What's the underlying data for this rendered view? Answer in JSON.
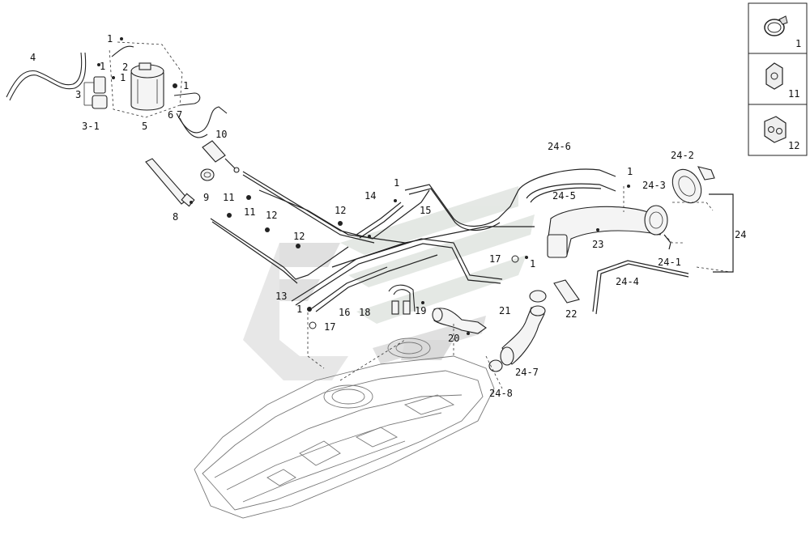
{
  "diagram": {
    "callouts": {
      "c1a": "1",
      "c2": "2",
      "c1b": "1",
      "c1c": "1",
      "c4": "4",
      "c3": "3",
      "c3_1": "3-1",
      "c5": "5",
      "c1d": "1",
      "c6": "6",
      "c7": "7",
      "c10": "10",
      "c8": "8",
      "c9": "9",
      "c11a": "11",
      "c11b": "11",
      "c12a": "12",
      "c12b": "12",
      "c12c": "12",
      "c14": "14",
      "c1e": "1",
      "c15": "15",
      "c13": "13",
      "c1f": "1",
      "c16": "16",
      "c17a": "17",
      "c18": "18",
      "c19": "19",
      "c20": "20",
      "c21": "21",
      "c17b": "17",
      "c1g": "1",
      "c22": "22",
      "c23": "23",
      "c24_6": "24-6",
      "c24_5": "24-5",
      "c24_3": "24-3",
      "c24_2": "24-2",
      "c24": "24",
      "c24_1": "24-1",
      "c24_4": "24-4",
      "c24_7": "24-7",
      "c24_8": "24-8",
      "c1h": "1"
    },
    "legend": [
      {
        "label": "1",
        "icon": "hose-clamp-icon"
      },
      {
        "label": "11",
        "icon": "pipe-clip-icon"
      },
      {
        "label": "12",
        "icon": "double-clip-icon"
      }
    ]
  }
}
